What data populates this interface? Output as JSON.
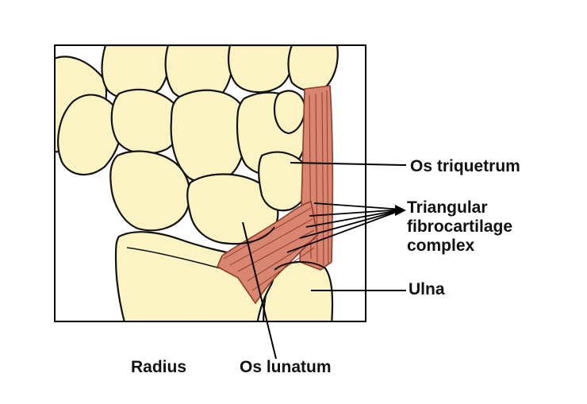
{
  "labels": {
    "os_triquetrum": "Os triquetrum",
    "tfcc_line1": "Triangular",
    "tfcc_line2": "fibrocartilage",
    "tfcc_line3": "complex",
    "ulna": "Ulna",
    "radius": "Radius",
    "os_lunatum": "Os lunatum"
  },
  "colors": {
    "bone_fill": "#fbf3c4",
    "bone_outline": "#111111",
    "ligament_fill": "#d98670",
    "ligament_stroke": "#8e3a2c",
    "frame": "#000000"
  }
}
